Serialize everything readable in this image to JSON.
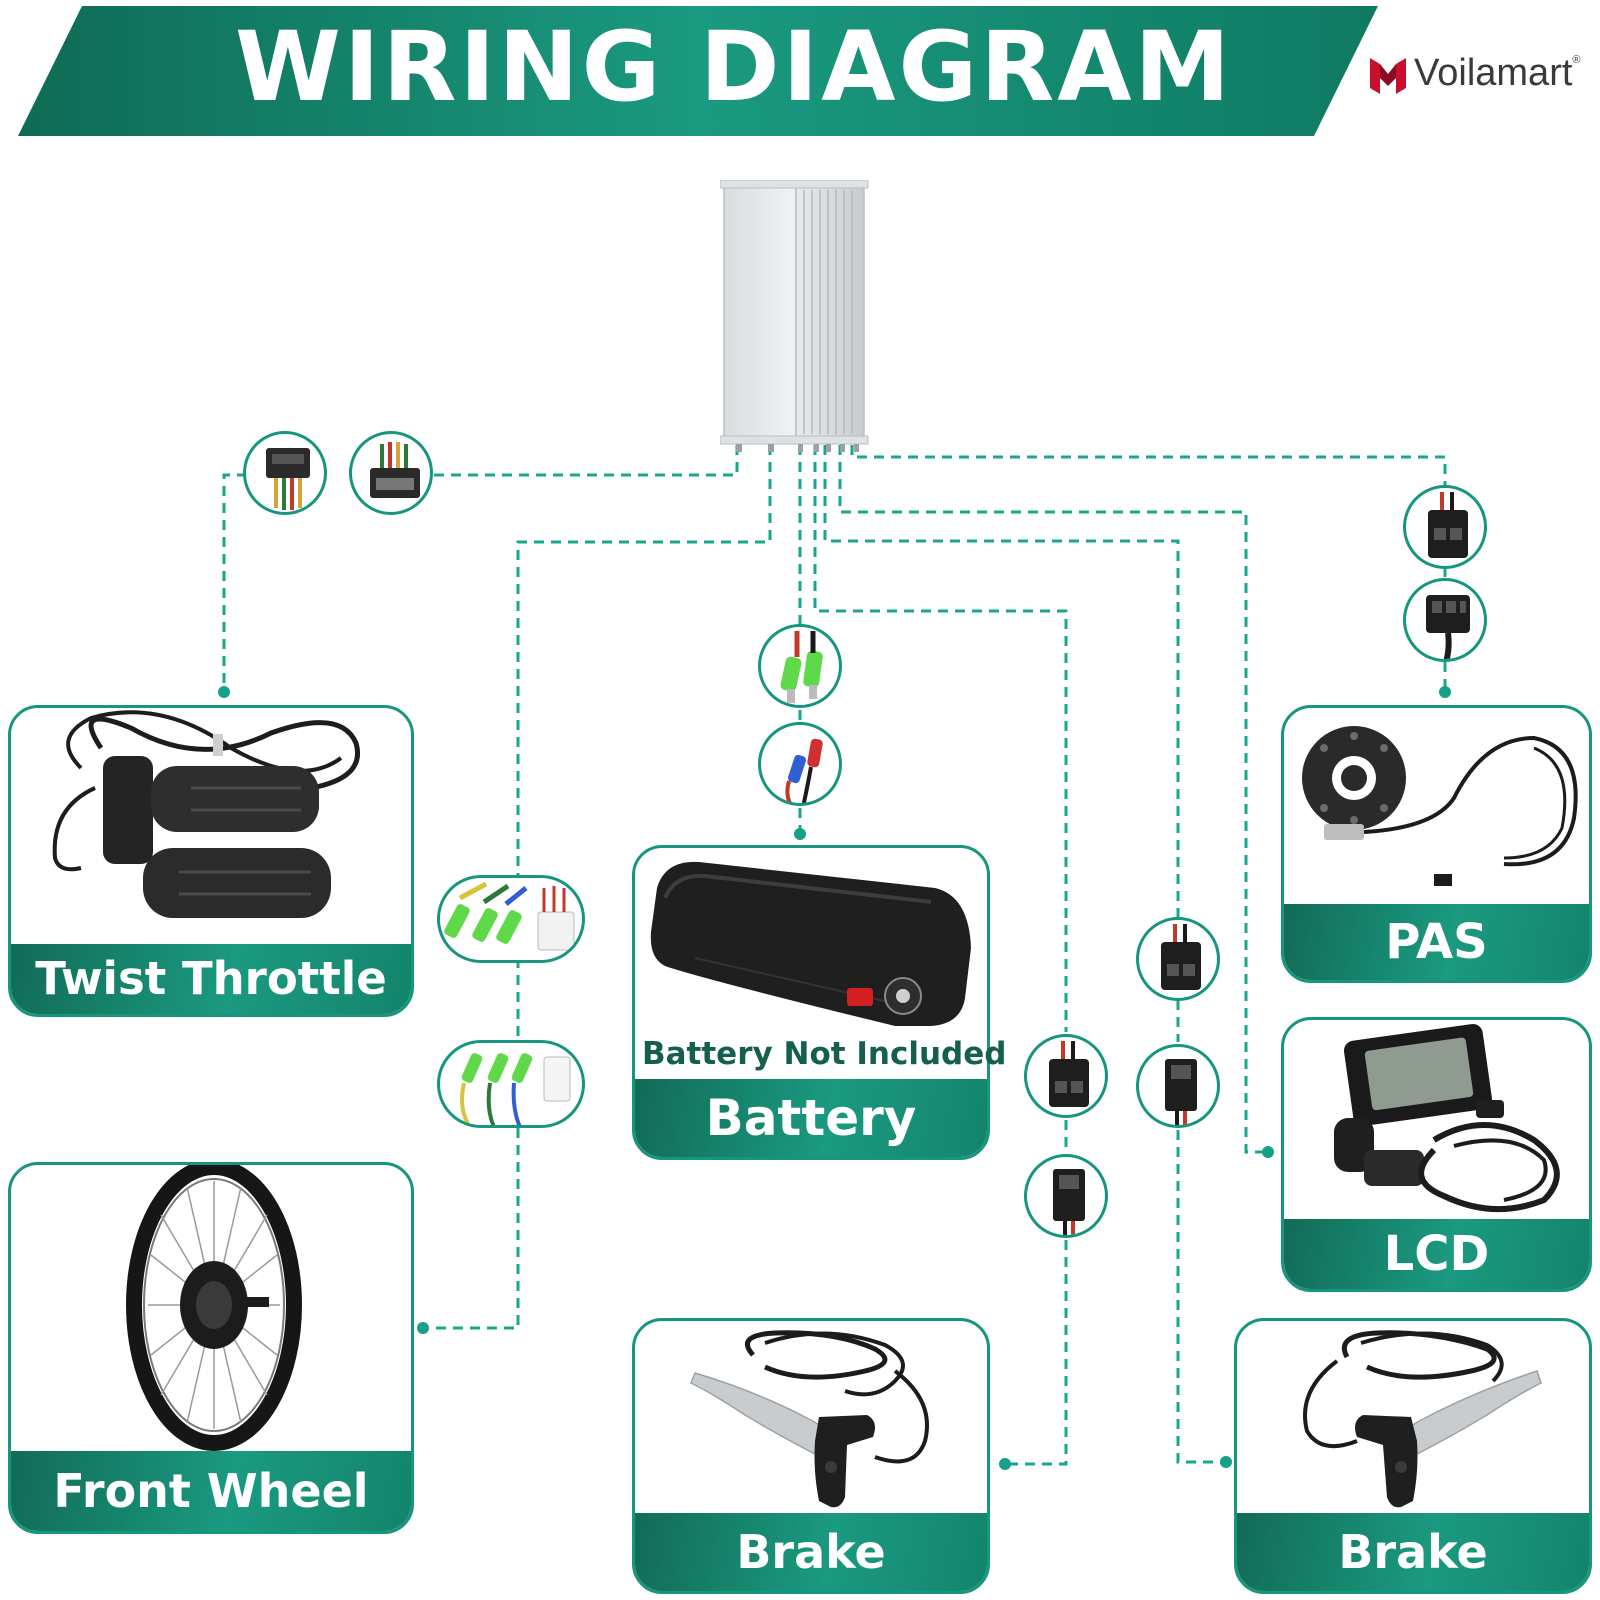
{
  "header": {
    "title": "WIRING DIAGRAM",
    "brand": "Voilamart",
    "brand_mark": "®"
  },
  "components": {
    "throttle": "Twist Throttle",
    "wheel": "Front Wheel",
    "battery": "Battery",
    "battery_note": "Battery Not Included",
    "pas": "PAS",
    "lcd": "LCD",
    "brake_left": "Brake",
    "brake_right": "Brake"
  },
  "icons": {
    "controller": "motor-controller",
    "connector": "wire-connector",
    "logo": "voilamart-logo"
  },
  "colors": {
    "brand_green": "#16957f",
    "banner_dark": "#0f6b55",
    "logo_red": "#c8102e"
  }
}
